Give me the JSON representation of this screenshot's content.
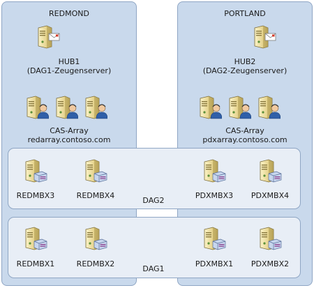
{
  "sites": {
    "redmond": {
      "name": "REDMOND"
    },
    "portland": {
      "name": "PORTLAND"
    }
  },
  "hubs": [
    {
      "name": "HUB1",
      "role": "(DAG1-Zeugenserver)"
    },
    {
      "name": "HUB2",
      "role": "(DAG2-Zeugenserver)"
    }
  ],
  "cas_arrays": [
    {
      "label": "CAS-Array",
      "fqdn": "redarray.contoso.com"
    },
    {
      "label": "CAS-Array",
      "fqdn": "pdxarray.contoso.com"
    }
  ],
  "dags": {
    "dag2": {
      "name": "DAG2",
      "servers": [
        "REDMBX3",
        "REDMBX4",
        "PDXMBX3",
        "PDXMBX4"
      ]
    },
    "dag1": {
      "name": "DAG1",
      "servers": [
        "REDMBX1",
        "REDMBX2",
        "PDXMBX1",
        "PDXMBX2"
      ]
    }
  },
  "icons": {
    "hub": "hub-transport-server-icon",
    "cas": "client-access-server-icon",
    "mailbox": "mailbox-server-icon"
  },
  "colors": {
    "site_fill": "#c9d9ec",
    "dag_fill": "#e8eef6",
    "border": "#8fa6c4"
  }
}
